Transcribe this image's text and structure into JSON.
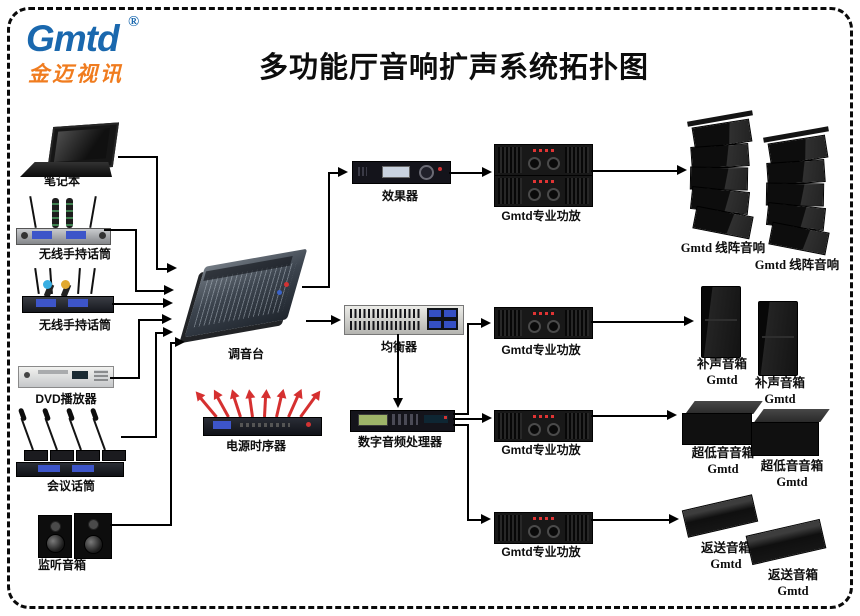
{
  "header": {
    "logo_brand": "Gmtd",
    "logo_reg": "®",
    "logo_subtitle": "金迈视讯",
    "title": "多功能厅音响扩声系统拓扑图"
  },
  "nodes": {
    "laptop": "笔记本",
    "wireless_mic_1": "无线手持话筒",
    "wireless_mic_2": "无线手持话筒",
    "dvd_player": "DVD播放器",
    "conference_mic": "会议话筒",
    "monitor_speaker": "监听音箱",
    "mixer": "调音台",
    "power_sequencer": "电源时序器",
    "effects": "效果器",
    "equalizer": "均衡器",
    "audio_processor": "数字音频处理器",
    "amp_1": "Gmtd专业功放",
    "amp_2": "Gmtd专业功放",
    "amp_3": "Gmtd专业功放",
    "amp_4": "Gmtd专业功放",
    "line_array_1": "Gmtd 线阵音响",
    "line_array_2": "Gmtd 线阵音响",
    "fill_speaker_1": {
      "name": "补声音箱",
      "brand": "Gmtd"
    },
    "fill_speaker_2": {
      "name": "补声音箱",
      "brand": "Gmtd"
    },
    "subwoofer_1": {
      "name": "超低音音箱",
      "brand": "Gmtd"
    },
    "subwoofer_2": {
      "name": "超低音音箱",
      "brand": "Gmtd"
    },
    "return_speaker_1": {
      "name": "返送音箱",
      "brand": "Gmtd"
    },
    "return_speaker_2": {
      "name": "返送音箱",
      "brand": "Gmtd"
    }
  },
  "colors": {
    "logo_blue": "#1a68ae",
    "logo_orange": "#f07c1f",
    "sequencer_arrow_red": "#d53030",
    "wire_black": "#000000"
  }
}
